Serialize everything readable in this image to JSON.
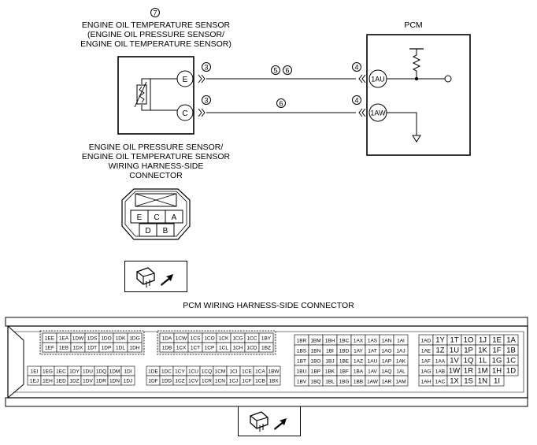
{
  "sensor": {
    "callout": "7",
    "title_lines": [
      "ENGINE OIL TEMPERATURE SENSOR",
      "(ENGINE OIL PRESSURE SENSOR/",
      "ENGINE OIL TEMPERATURE SENSOR)"
    ],
    "pins": [
      "E",
      "C"
    ]
  },
  "pcm": {
    "title": "PCM",
    "pins": [
      "1AU",
      "1AW"
    ]
  },
  "wire_refs": {
    "sensor_side": [
      "3",
      "3"
    ],
    "pcm_side": [
      "4",
      "4"
    ],
    "wire_e": [
      "5",
      "6"
    ],
    "wire_c": [
      "6"
    ]
  },
  "sensor_connector": {
    "title_lines": [
      "ENGINE OIL PRESSURE SENSOR/",
      "ENGINE OIL TEMPERATURE SENSOR",
      "WIRING HARNESS-SIDE",
      "CONNECTOR"
    ],
    "row1": [
      "E",
      "C",
      "A"
    ],
    "row2": [
      "D",
      "B"
    ]
  },
  "pcm_connector": {
    "title": "PCM WIRING HARNESS-SIDE CONNECTOR",
    "blocks": [
      {
        "rows": [
          [
            "1EE",
            "1EA",
            "1DW",
            "1DS",
            "1DO",
            "1DK",
            "1DG"
          ],
          [
            "1EF",
            "1EB",
            "1DX",
            "1DT",
            "1DP",
            "1DL",
            "1DH"
          ]
        ]
      },
      {
        "rows": [
          [
            "1EI",
            "1EG",
            "1EC",
            "1DY",
            "1DU",
            "1DQ",
            "1DM",
            "1DI"
          ],
          [
            "1EJ",
            "1EH",
            "1ED",
            "1DZ",
            "1DV",
            "1DR",
            "1DN",
            "1DJ"
          ]
        ]
      },
      {
        "rows": [
          [
            "1DA",
            "1CW",
            "1CS",
            "1CO",
            "1CK",
            "1CG",
            "1CC",
            "1BY"
          ],
          [
            "1DB",
            "1CX",
            "1CT",
            "1CP",
            "1CL",
            "1CH",
            "1CD",
            "1BZ"
          ]
        ]
      },
      {
        "rows": [
          [
            "1DE",
            "1DC",
            "1CY",
            "1CU",
            "1CQ",
            "1CM",
            "1CI",
            "1CE",
            "1CA",
            "1BW"
          ],
          [
            "1DF",
            "1DD",
            "1CZ",
            "1CV",
            "1CR",
            "1CN",
            "1CJ",
            "1CF",
            "1CB",
            "1BX"
          ]
        ]
      },
      {
        "rows": [
          [
            "1BR",
            "1BM",
            "1BH",
            "1BC",
            "1AX",
            "1AS",
            "1AN",
            "1AI"
          ],
          [
            "1BS",
            "1BN",
            "1BI",
            "1BD",
            "1AY",
            "1AT",
            "1AO",
            "1AJ"
          ],
          [
            "1BT",
            "1BO",
            "1BJ",
            "1BE",
            "1AZ",
            "1AU",
            "1AP",
            "1AK"
          ],
          [
            "1BU",
            "1BP",
            "1BK",
            "1BF",
            "1BA",
            "1AV",
            "1AQ",
            "1AL"
          ],
          [
            "1BV",
            "1BQ",
            "1BL",
            "1BG",
            "1BB",
            "1AW",
            "1AR",
            "1AM"
          ]
        ]
      },
      {
        "rows": [
          [
            "1AD",
            "1Y",
            "1T",
            "1O",
            "1J",
            "1E",
            "1A"
          ],
          [
            "1AE",
            "1Z",
            "1U",
            "1P",
            "1K",
            "1F",
            "1B"
          ],
          [
            "1AF",
            "1AA",
            "1V",
            "1Q",
            "1L",
            "1G",
            "1C"
          ],
          [
            "1AG",
            "1AB",
            "1W",
            "1R",
            "1M",
            "1H",
            "1D"
          ],
          [
            "1AH",
            "1AC",
            "1X",
            "1S",
            "1N",
            "1I"
          ]
        ]
      }
    ]
  }
}
